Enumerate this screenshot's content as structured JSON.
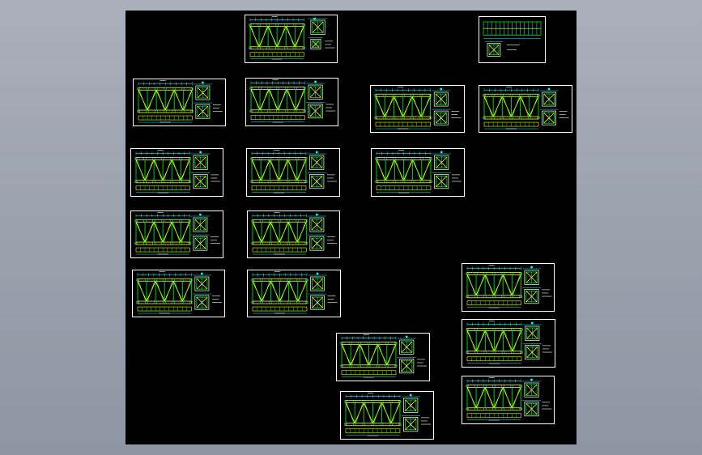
{
  "viewport": {
    "background": "#000000",
    "colors": {
      "frame": "#ffffff",
      "truss": "#ffff00",
      "web": "#00ff00",
      "dim": "#00ffff",
      "text": "#ffffff",
      "accent": "#ff00ff"
    }
  },
  "sheets": [
    {
      "id": "s01",
      "kind": "truss",
      "sections": 1
    },
    {
      "id": "s02",
      "kind": "roof-plan",
      "sections": 1
    },
    {
      "id": "s03",
      "kind": "truss",
      "sections": 2
    },
    {
      "id": "s04",
      "kind": "truss",
      "sections": 2
    },
    {
      "id": "s05",
      "kind": "truss",
      "sections": 2
    },
    {
      "id": "s06",
      "kind": "truss",
      "sections": 2
    },
    {
      "id": "s07",
      "kind": "truss",
      "sections": 2
    },
    {
      "id": "s08",
      "kind": "truss",
      "sections": 2
    },
    {
      "id": "s09",
      "kind": "truss",
      "sections": 2
    },
    {
      "id": "s10",
      "kind": "truss",
      "sections": 2
    },
    {
      "id": "s11",
      "kind": "truss",
      "sections": 2
    },
    {
      "id": "s12",
      "kind": "truss",
      "sections": 2
    },
    {
      "id": "s13",
      "kind": "truss",
      "sections": 2
    },
    {
      "id": "s14",
      "kind": "truss",
      "sections": 2
    },
    {
      "id": "s15",
      "kind": "truss",
      "sections": 2
    },
    {
      "id": "s16",
      "kind": "truss",
      "sections": 2
    },
    {
      "id": "s17",
      "kind": "truss",
      "sections": 2
    },
    {
      "id": "s18",
      "kind": "truss",
      "sections": 2
    },
    {
      "id": "s19",
      "kind": "truss",
      "sections": 2
    }
  ]
}
